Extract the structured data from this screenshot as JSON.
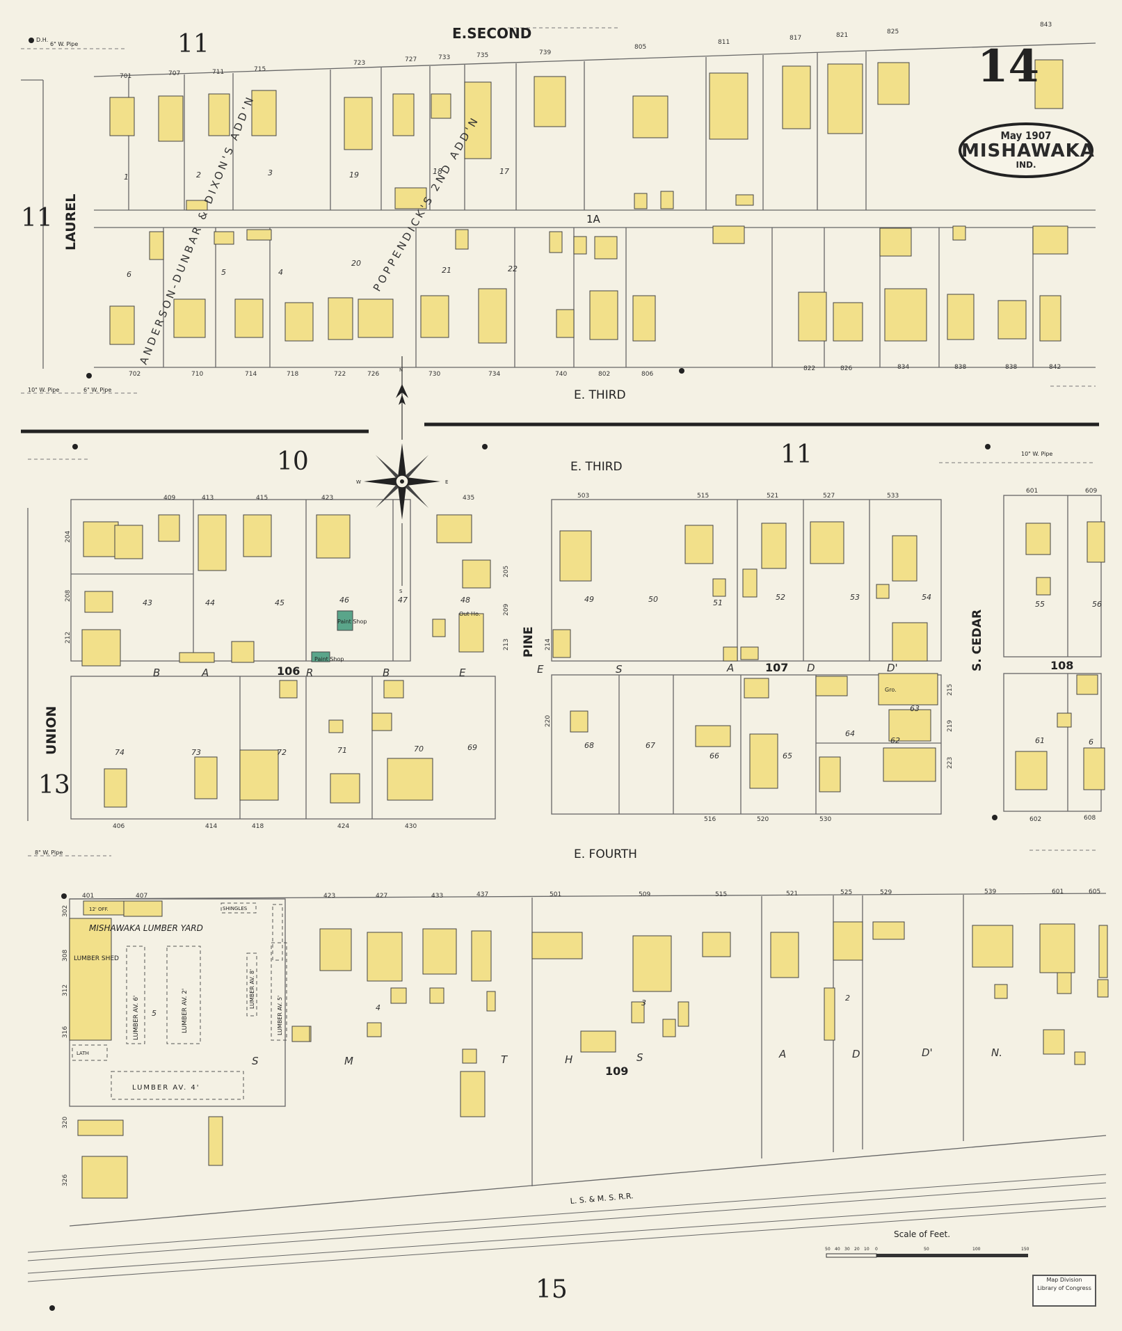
{
  "title": {
    "sheet_number": "14",
    "date": "May 1907",
    "city": "MISHAWAKA",
    "state": "IND."
  },
  "streets": {
    "e_second": "E.SECOND",
    "e_third_top": "E. THIRD",
    "e_third_bottom": "E. THIRD",
    "e_fourth": "E. FOURTH",
    "laurel": "LAUREL",
    "union": "UNION",
    "pine": "PINE",
    "s_cedar": "S. CEDAR",
    "railroad": "L. S. & M. S. R.R.",
    "alley_1a": "1A"
  },
  "adjacent_sheets": {
    "top_left": "11",
    "left_upper": "11",
    "middle_left": "10",
    "middle_right": "11",
    "left_lower": "13",
    "bottom": "15"
  },
  "blocks": [
    "106",
    "107",
    "108",
    "109"
  ],
  "additions": {
    "anderson": "ANDERSON-DUNBAR & DIXON'S ADD'N",
    "poppendick": "POPPENDICK'S 2ND ADD'N",
    "barbe_letters": [
      "B",
      "A",
      "R",
      "B",
      "E",
      "E",
      "S",
      "A",
      "D",
      "D'"
    ],
    "smiths_letters": [
      "S",
      "M",
      "T",
      "H",
      "S",
      "A",
      "D",
      "D'",
      "N."
    ]
  },
  "addresses": {
    "second_north": [
      "701",
      "707",
      "711",
      "715",
      "723",
      "727",
      "733",
      "735",
      "739",
      "805",
      "811",
      "817",
      "821",
      "825",
      "843"
    ],
    "third_north": [
      "702",
      "710",
      "714",
      "718",
      "722",
      "726",
      "730",
      "734",
      "740",
      "802",
      "806",
      "822",
      "826",
      "834",
      "838",
      "838",
      "842"
    ],
    "third_south_a": [
      "409",
      "413",
      "415",
      "423",
      "435"
    ],
    "third_south_b": [
      "503",
      "515",
      "521",
      "527",
      "533",
      "601",
      "609"
    ],
    "fourth_north_a": [
      "406",
      "414",
      "418",
      "424",
      "430"
    ],
    "fourth_north_b": [
      "516",
      "520",
      "530",
      "602",
      "608"
    ],
    "fourth_south": [
      "401",
      "407",
      "423",
      "427",
      "433",
      "437",
      "501",
      "509",
      "515",
      "521",
      "525",
      "529",
      "539",
      "601",
      "605"
    ],
    "union_side": [
      "204",
      "208",
      "212",
      "302",
      "308",
      "312",
      "316",
      "320",
      "326"
    ],
    "pine_side": [
      "205",
      "209",
      "213",
      "214",
      "215",
      "219",
      "220",
      "223"
    ]
  },
  "lot_numbers": [
    "1",
    "2",
    "3",
    "19",
    "18",
    "17",
    "6",
    "5",
    "4",
    "20",
    "21",
    "22",
    "43",
    "44",
    "45",
    "46",
    "47",
    "48",
    "49",
    "50",
    "51",
    "52",
    "53",
    "54",
    "55",
    "56",
    "74",
    "73",
    "72",
    "71",
    "70",
    "69",
    "68",
    "67",
    "66",
    "65",
    "64",
    "63",
    "62",
    "61",
    "6",
    "5",
    "4",
    "3",
    "2"
  ],
  "labels": {
    "lumber_yard": "MISHAWAKA LUMBER YARD",
    "lumber_shed": "LUMBER SHED",
    "lumber_av_4": "LUMBER AV. 4'",
    "lumber_av_6": "LUMBER AV. 6'",
    "lumber_av_2": "LUMBER AV. 2'",
    "lumber_av_8": "LUMBER AV. 8'",
    "lumber_av_5": "LUMBER AV. 5'",
    "shingles": "SHINGLES",
    "lath": "LATH",
    "paint_shop_1": "Paint Shop",
    "paint_shop_2": "Paint Shop",
    "out_ho": "Out Ho.",
    "gro": "Gro.",
    "off": "12' OFF.",
    "scale": "Scale of Feet.",
    "scale_ticks": [
      "50",
      "40",
      "30",
      "20",
      "10",
      "0",
      "50",
      "100",
      "150"
    ],
    "dh": "D.H.",
    "pipe_6": "6\" W. Pipe",
    "pipe_10": "10\" W. Pipe",
    "pipe_8": "8\" W. Pipe",
    "compass_n": "N",
    "compass_s": "S",
    "compass_e": "E",
    "compass_w": "W",
    "stamp_line1": "Map Division",
    "stamp_line2": "Library of Congress"
  },
  "colors": {
    "paper": "#f4f1e4",
    "dwelling": "#f2e08a",
    "outline": "#444444",
    "road_line": "#555555",
    "paint_shop": "#5aa58a",
    "red_note": "#c84040"
  }
}
